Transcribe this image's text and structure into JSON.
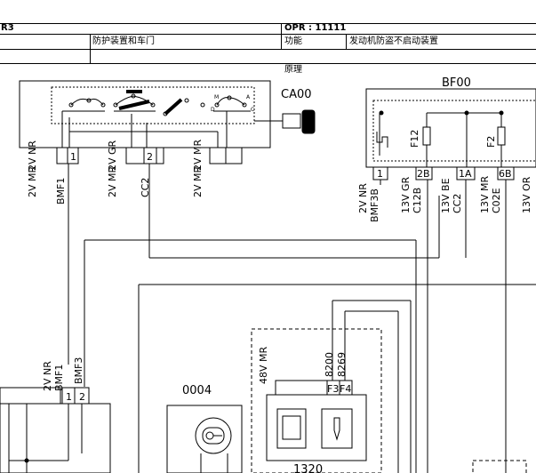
{
  "header": {
    "left_code": "R3",
    "opr": "OPR : 11111",
    "category": "防护装置和车门",
    "function_label": "功能",
    "function_value": "发动机防盗不启动装置",
    "section": "原理"
  },
  "components": {
    "ca00": "CA00",
    "bf00": "BF00",
    "c0004": "0004",
    "c1320": "1320"
  },
  "ca00_pins": {
    "p1": "1",
    "p2": "2",
    "sw_m": "M",
    "sw_a": "A",
    "sw_d": "D",
    "sw_c": "C"
  },
  "ca00_wires": {
    "w1_color": "2V NR",
    "w1_name": "BMF1",
    "w2_color": "2V GR",
    "w2_name": "CC2",
    "w3_color": "2V MR"
  },
  "bf00_pins": {
    "p1": "1",
    "p2b": "2B",
    "p1a": "1A",
    "p6b": "6B",
    "fuse_f12": "F12",
    "fuse_f2": "F2"
  },
  "bf00_wires": {
    "w1a": "2V NR",
    "w1b": "BMF3B",
    "w2a": "13V GR",
    "w2b": "C12B",
    "w3a": "13V BE",
    "w3b": "CC2",
    "w4a": "13V MR",
    "w4b": "C02E",
    "w5a": "13V OR"
  },
  "left_conn": {
    "w1a": "2V NR",
    "w1b": "BMF1",
    "w2": "BMF3",
    "p1": "1",
    "p2": "2"
  },
  "c1320_group": {
    "group_label": "48V MR",
    "w1": "8200",
    "w2": "8269",
    "p3": "F3",
    "p4": "F4"
  }
}
